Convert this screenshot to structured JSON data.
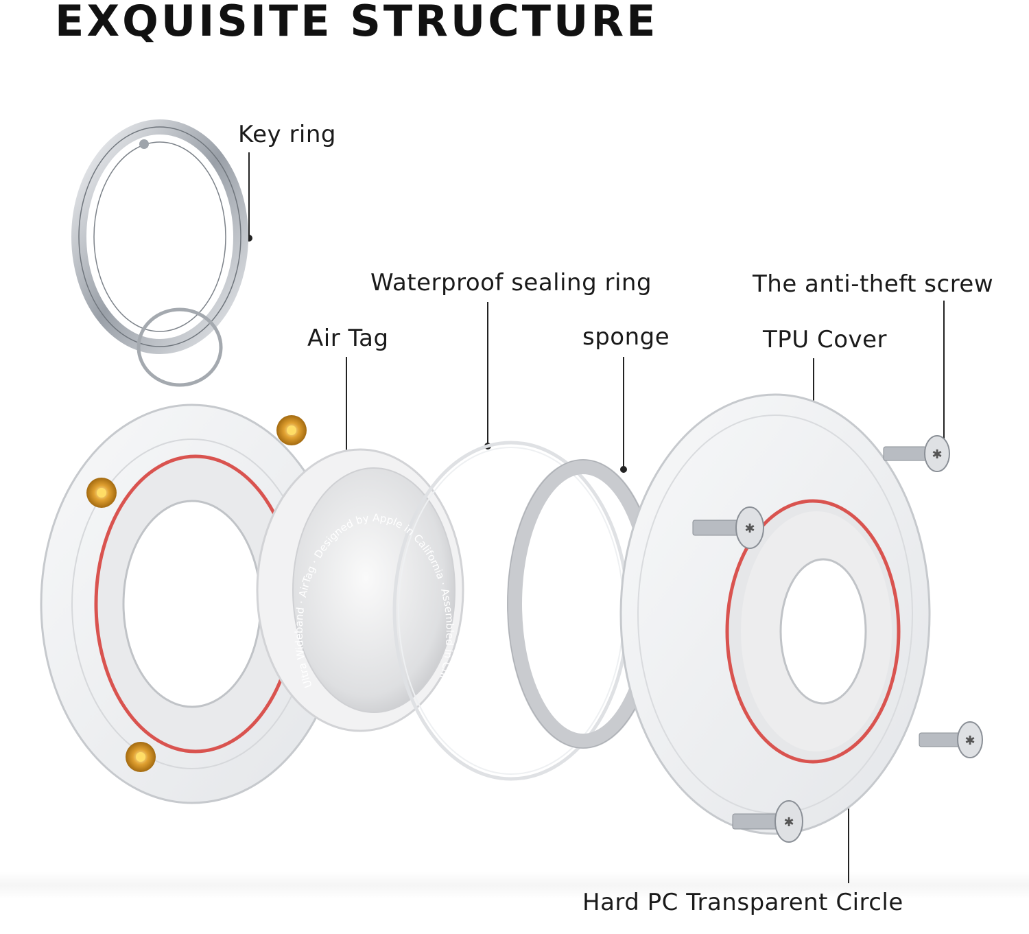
{
  "title": "EXQUISITE STRUCTURE",
  "labels": {
    "key_ring": "Key ring",
    "waterproof_ring": "Waterproof sealing ring",
    "anti_theft_screw": "The anti-theft screw",
    "air_tag": "Air Tag",
    "sponge": "sponge",
    "tpu_cover": "TPU Cover",
    "hard_pc_circle": "Hard PC Transparent Circle"
  },
  "airtag_engraving": "Ultra Wideband · AirTag · Designed by Apple in California · Assembled in China · Bluetooth LE",
  "colors": {
    "text": "#111111",
    "accent_red": "#d9534f",
    "metal": "#b8bcc2",
    "gold": "#e0a030"
  }
}
